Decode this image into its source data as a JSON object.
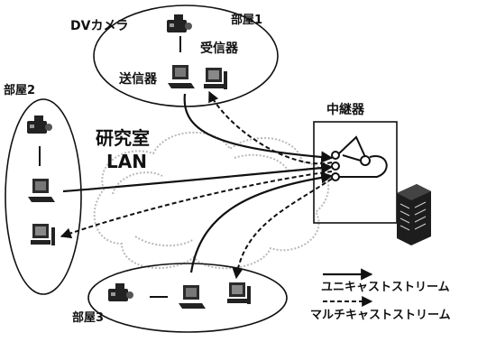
{
  "labels": {
    "dv_camera": "DVカメラ",
    "room1": "部屋1",
    "room2": "部屋2",
    "room3": "部屋3",
    "sender": "送信器",
    "receiver": "受信器",
    "lab_lan_line1": "研究室",
    "lab_lan_line2": "LAN",
    "relay": "中継器"
  },
  "legend": {
    "unicast": "ユニキャストストリーム",
    "multicast": "マルチキャストストリーム"
  },
  "colors": {
    "ink": "#111111",
    "cloud": "#b9b9b9",
    "screen": "#2b2b2b"
  }
}
